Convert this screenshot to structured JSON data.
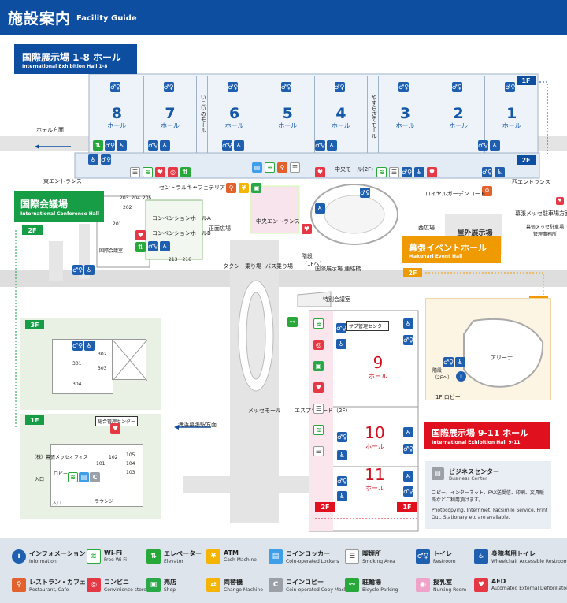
{
  "title": {
    "ja": "施設案内",
    "en": "Facility Guide"
  },
  "halls_1_8": {
    "ja": "国際展示場 1-8 ホール",
    "en": "International Exhibition Hall 1-8",
    "suffix": "ホール",
    "numbers": [
      "8",
      "7",
      "6",
      "5",
      "4",
      "3",
      "2",
      "1"
    ],
    "ikoi": "いこいのモール",
    "yasuragi": "やすらぎのモール"
  },
  "floors": {
    "f1": "1F",
    "f2": "2F",
    "f3": "3F"
  },
  "labels": {
    "hotel": "ホテル方面",
    "east_entrance": "東エントランス",
    "central_mall": "中央モール(2F)",
    "central_cafeteria": "セントラルキャフェテリア",
    "west_entrance": "西エントランス",
    "royal_garden": "ロイヤルガーデンコート",
    "west_plaza": "西広場",
    "central_entrance": "中央エントランス",
    "main_plaza": "正面広場",
    "taxi": "タクシー乗り場",
    "bus": "バス乗り場",
    "outdoor": "屋外展示場",
    "stairs": "階段\n（1Fへ）",
    "bridge": "国際展示場 連絡橋",
    "parking_office": "幕張メッセ駐車場\n管理事務所",
    "parking": "幕張メッセ駐車場方面",
    "special_meeting": "特別会議室",
    "messe_mall": "メッセモール",
    "esplanade": "エスプラナード（2F)",
    "kaihin": "海浜幕張駅方面",
    "sub_center": "サブ管理センター",
    "general_center": "総合管理センター",
    "office": "（株）幕張メッセオフィス",
    "lobby": "ロビー",
    "entrance": "入口",
    "lounge": "ラウンジ",
    "arena": "アリーナ",
    "stairs2": "階段\n（2Fへ）",
    "lobby1f": "1F ロビー"
  },
  "conference": {
    "ja": "国際会議場",
    "en": "International Conference Hall",
    "hall_a": "コンベンションホールA",
    "hall_b": "コンベンションホールB",
    "rooms_top": [
      "203",
      "204",
      "205"
    ],
    "room_202": "202",
    "room_201": "201",
    "meeting": "国際会議室",
    "rooms_213": "213・216",
    "rooms_3f": [
      "301",
      "302",
      "303",
      "304"
    ],
    "rooms_1f": [
      "101",
      "102",
      "103",
      "104",
      "105"
    ]
  },
  "event_hall": {
    "ja": "幕張イベントホール",
    "en": "Makuhari Event Hall"
  },
  "halls_9_11": {
    "ja": "国際展示場 9-11 ホール",
    "en": "International Exhibition Hall 9-11",
    "numbers": [
      "9",
      "10",
      "11"
    ],
    "suffix": "ホール"
  },
  "business": {
    "ja": "ビジネスセンター",
    "en": "Business Center",
    "desc_ja": "コピー、インターネット、FAX送受信、印刷、文具販売などご利用頂けます。",
    "desc_en": "Photocopying, Internmet, Facsimile Service, Print Out, Stationary etc are available."
  },
  "icon_glyphs": {
    "wifi": "Wi",
    "atm": "ATM",
    "copy": "COPY",
    "aed": "AED",
    "info": "i"
  },
  "legend": [
    {
      "icon": "info",
      "cls": "info",
      "glyph": "i",
      "ja": "インフォメーション",
      "en": "Information"
    },
    {
      "icon": "wifi",
      "cls": "wifi",
      "glyph": "≋",
      "ja": "Wi-Fi",
      "en": "Free Wi-Fi"
    },
    {
      "icon": "elevator",
      "cls": "elev",
      "glyph": "⇅",
      "ja": "エレベーター",
      "en": "Elevator"
    },
    {
      "icon": "atm",
      "cls": "atm",
      "glyph": "¥",
      "ja": "ATM",
      "en": "Cash Machine"
    },
    {
      "icon": "locker",
      "cls": "lock",
      "glyph": "▤",
      "ja": "コインロッカー",
      "en": "Coin-operated Lockers"
    },
    {
      "icon": "smoking",
      "cls": "smoke",
      "glyph": "☰",
      "ja": "喫煙所",
      "en": "Smoking Area"
    },
    {
      "icon": "restroom",
      "cls": "toilet",
      "glyph": "♂♀",
      "ja": "トイレ",
      "en": "Restroom"
    },
    {
      "icon": "accessible-restroom",
      "cls": "wc",
      "glyph": "♿",
      "ja": "身障者用トイレ",
      "en": "Wheelchair Accessible Restroom"
    },
    {
      "icon": "cafe",
      "cls": "cafe",
      "glyph": "⚲",
      "ja": "レストラン・カフェ",
      "en": "Restaurant, Cafe"
    },
    {
      "icon": "convenience",
      "cls": "conv",
      "glyph": "◎",
      "ja": "コンビニ",
      "en": "Convinience store"
    },
    {
      "icon": "shop",
      "cls": "shop",
      "glyph": "▣",
      "ja": "売店",
      "en": "Shop"
    },
    {
      "icon": "change",
      "cls": "chg",
      "glyph": "⇄",
      "ja": "両替機",
      "en": "Change Machine"
    },
    {
      "icon": "copy",
      "cls": "copy",
      "glyph": "C",
      "ja": "コインコピー",
      "en": "Coin-operated Copy Machine"
    },
    {
      "icon": "bicycle",
      "cls": "bike",
      "glyph": "⚯",
      "ja": "駐輪場",
      "en": "Bicycle Parking"
    },
    {
      "icon": "nursing",
      "cls": "nurse",
      "glyph": "◉",
      "ja": "授乳室",
      "en": "Nursing Room"
    },
    {
      "icon": "aed",
      "cls": "aed",
      "glyph": "♥",
      "ja": "AED",
      "en": "Automated External Defibrillator"
    }
  ],
  "colors": {
    "navy": "#0e4ea1",
    "green": "#169d45",
    "orange": "#ee9a00",
    "red": "#e0101f",
    "hall_blue": "#1558a7",
    "hall_red": "#d0101e"
  }
}
